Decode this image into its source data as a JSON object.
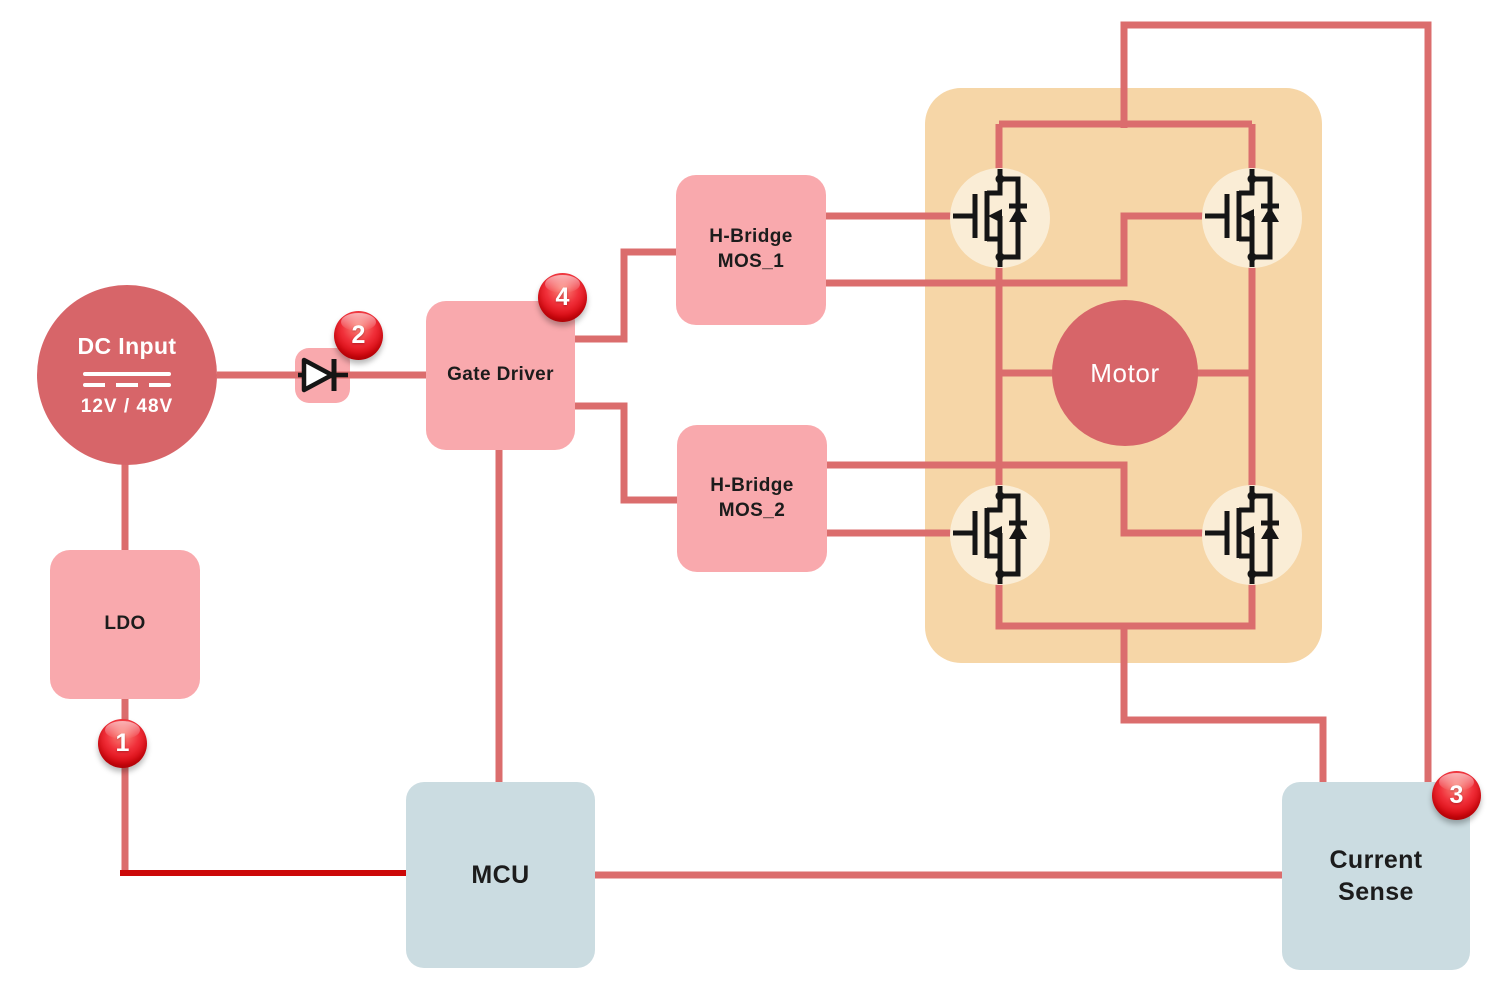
{
  "diagram": {
    "colors": {
      "wire": "#DB6D6D",
      "wire_dark": "#CC0808",
      "rose": "#D76569",
      "pink": "#F9A9AD",
      "orange": "#F6D6A7",
      "cream": "#FAEDD6",
      "slate": "#CBDCE1",
      "badge_red": "#D8070F",
      "text_dark": "#1C1C1C",
      "text_light": "#FFFFFF"
    },
    "blocks": {
      "dc_input": {
        "title": "DC Input",
        "subtitle": "12V / 48V"
      },
      "ldo": {
        "label": "LDO"
      },
      "gate_driver": {
        "label": "Gate Driver"
      },
      "hbridge_mos_1": {
        "label_line1": "H-Bridge",
        "label_line2": "MOS_1"
      },
      "hbridge_mos_2": {
        "label_line1": "H-Bridge",
        "label_line2": "MOS_2"
      },
      "motor": {
        "label": "Motor"
      },
      "mcu": {
        "label": "MCU"
      },
      "current_sense": {
        "label_line1": "Current",
        "label_line2": "Sense"
      }
    },
    "badges": [
      {
        "number": "1"
      },
      {
        "number": "2"
      },
      {
        "number": "3"
      },
      {
        "number": "4"
      }
    ],
    "icons": [
      "battery-icon",
      "diode-icon",
      "mosfet-icon"
    ]
  }
}
